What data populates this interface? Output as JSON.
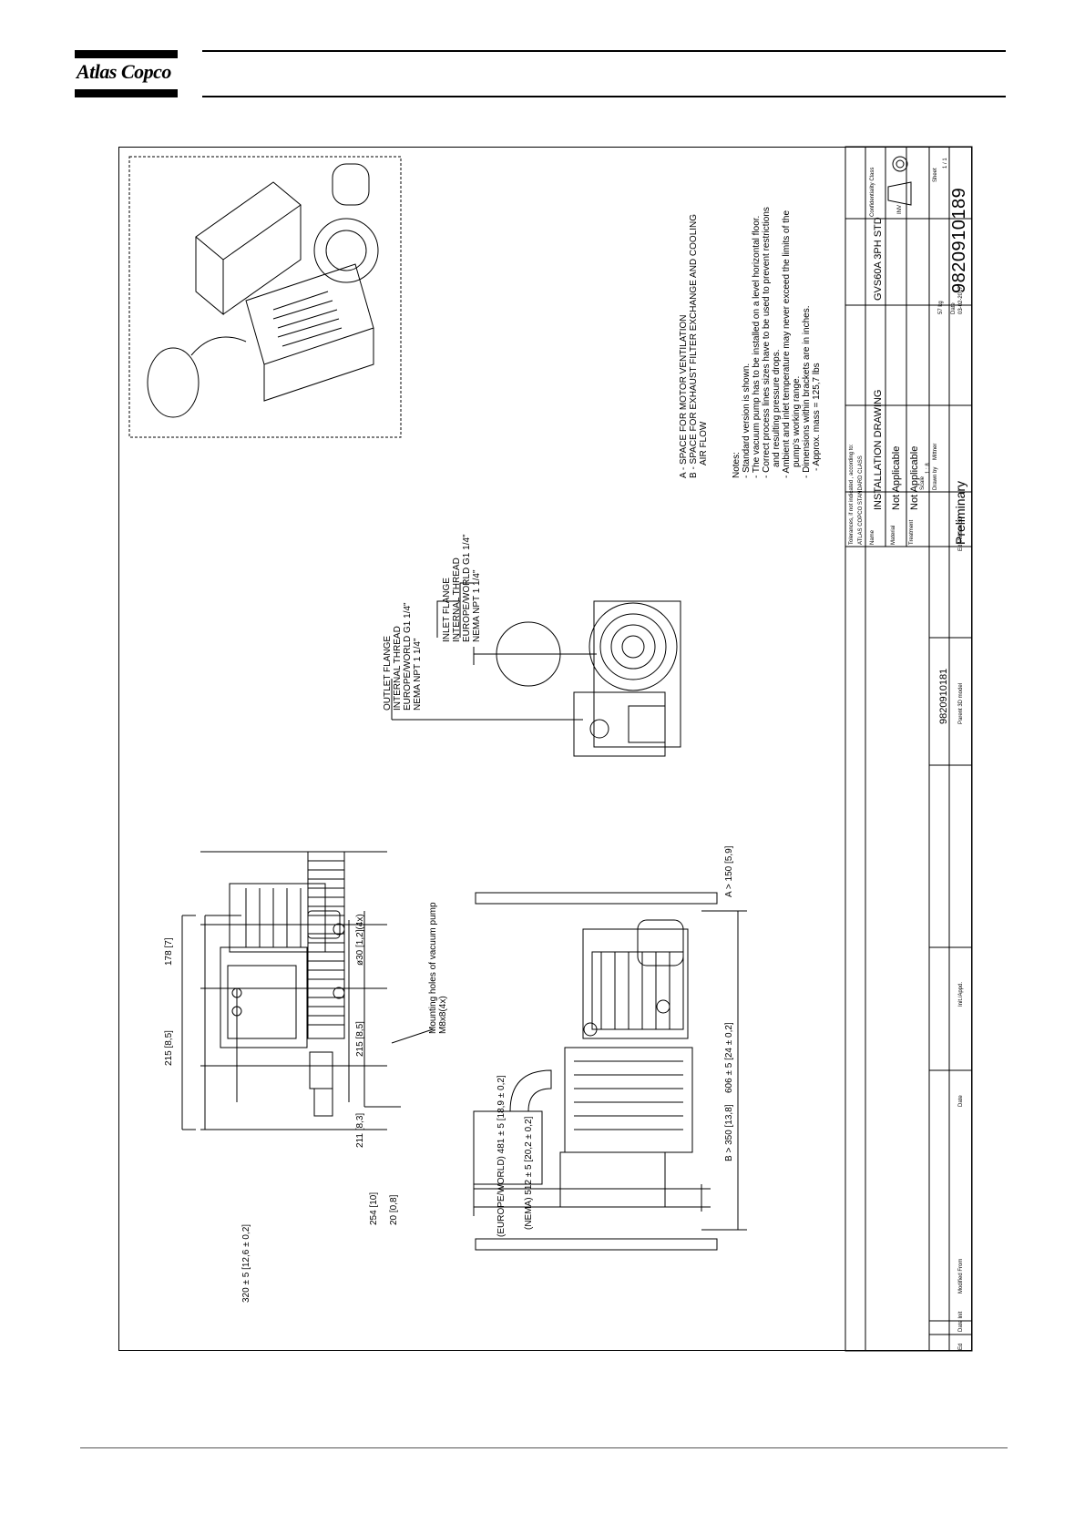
{
  "header": {
    "logo_text": "Atlas Copco"
  },
  "drawing": {
    "notes_title": "Notes:",
    "notes": [
      "- Standard version is shown.",
      "- The vacuum pump has to be installed on a level horizontal floor.",
      "- Correct process lines sizes have to be used to prevent restrictions",
      "  and resulting pressure drops.",
      "- Ambient and inlet temperature may never exceed the limits of the",
      "  pump's working range.",
      "- Dimensions within brackets are in inches.",
      "- Approx. mass = 125,7 lbs"
    ],
    "space_a": "A - SPACE FOR MOTOR VENTILATION",
    "space_b": "B - SPACE FOR EXHAUST FILTER EXCHANGE  AND COOLING",
    "space_b2": "AIR FLOW",
    "outlet_flange": [
      "OUTLET FLANGE",
      "INTERNAL THREAD",
      "EUROPE/WORLD G1 1/4\"",
      "NEMA NPT 1 1/4\""
    ],
    "inlet_flange": [
      "INLET FLANGE",
      "INTERNAL THREAD",
      "EUROPE/WORLD G1 1/4\"",
      "NEMA NPT 1 1/4\""
    ],
    "mounting_holes": [
      "Mounting holes of vacuum pump",
      "M8x8(4x)"
    ],
    "dim_178": "178 [7]",
    "dim_215a": "215 [8,5]",
    "dim_215b": "215 [8,5]",
    "dim_211": "211 [8,3]",
    "dim_30": "ø30 [1,2](4x)",
    "dim_254": "254 [10]",
    "dim_20": "20 [0,8]",
    "dim_320": "320 ± 5 [12,6 ± 0,2]",
    "dim_a150": "A > 150 [5,9]",
    "dim_606": "606 ± 5 [24 ± 0,2]",
    "dim_b350": "B > 350 [13,8]",
    "dim_euro": "(EUROPE/WORLD) 481 ± 5 [18,9 ± 0,2]",
    "dim_nema": "(NEMA) 512 ± 5 [20,2 ± 0,2]"
  },
  "title_block": {
    "tolerances": "Tolerances, if not indicated , according to:",
    "standard": "ATLAS COPCO STANDARD CLASS",
    "name_label": "Name",
    "name_value": "INSTALLATION DRAWING",
    "model": "GVS60A 3PH STD",
    "material_label": "Material",
    "material_value": "Not Applicable",
    "treatment_label": "Treatment",
    "treatment_value": "Not Applicable",
    "scale_label": "Scale",
    "scale_value": "1 : 8",
    "drawn_label": "Drawn by",
    "drawn_value": "Mittner",
    "weight_value": "57 kg",
    "date_label": "Date",
    "date_value": "03-02-2017",
    "status": "Preliminary",
    "number": "9820910189",
    "sheet_label": "Sheet",
    "sheet_value": "1 / 1",
    "confidentiality": "Confidentiality Class",
    "conf_value": "INV",
    "parent_number": "9820910181",
    "parent_label": "Parent 3D model",
    "ed_label": "Ed   Version 3D",
    "modified_label": "Modified From",
    "rev_date": "Date",
    "rev_init": "Init./Appd.",
    "rev_ed": "Ed",
    "rev_date_short": "Date Init"
  }
}
